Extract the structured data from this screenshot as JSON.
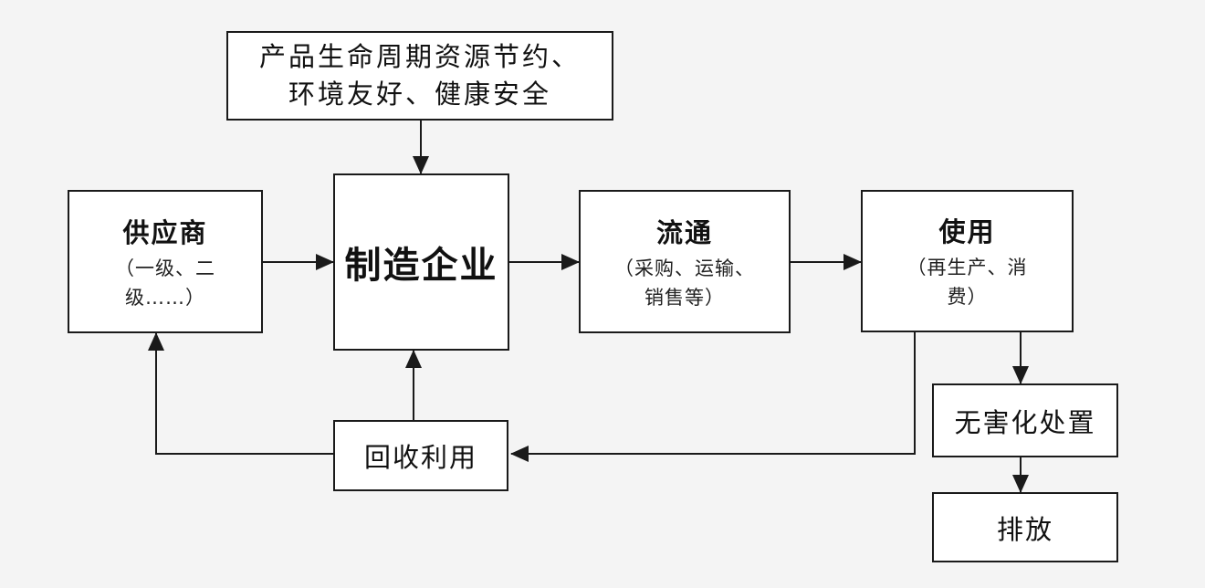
{
  "nodes": {
    "goal": {
      "line1": "产品生命周期资源节约、",
      "line2": "环境友好、健康安全"
    },
    "supplier": {
      "title": "供应商",
      "sub1": "（一级、二",
      "sub2": "级……）"
    },
    "manufacturer": {
      "title": "制造企业"
    },
    "circulation": {
      "title": "流通",
      "sub1": "（采购、运输、",
      "sub2": "销售等）"
    },
    "usage": {
      "title": "使用",
      "sub1": "（再生产、消",
      "sub2": "费）"
    },
    "disposal": {
      "title": "无害化处置"
    },
    "emission": {
      "title": "排放"
    },
    "recycle": {
      "title": "回收利用"
    }
  },
  "colors": {
    "line": "#1a1a1a",
    "box_fill": "#ffffff",
    "background": "#f4f4f4"
  }
}
